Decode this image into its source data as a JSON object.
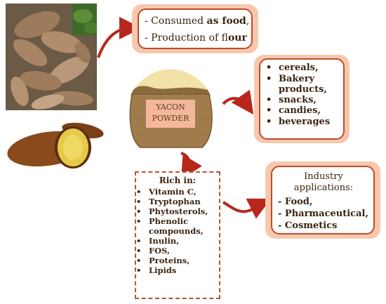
{
  "uses_box": {
    "line1_prefix": "- Consumed ",
    "line1_bold": "as food",
    "line1_suffix": ",",
    "line2_prefix": "- Production of fl",
    "line2_bold": "our"
  },
  "powder_label": {
    "line1": "YACON",
    "line2": "POWDER"
  },
  "products_box": {
    "items": [
      "cereals,",
      "Bakery products,",
      "snacks,",
      "candies,",
      "beverages"
    ]
  },
  "rich_box": {
    "title": "Rich in:",
    "items": [
      "Vitamin C,",
      "Tryptophan",
      "Phytosterols,",
      "Phenolic compounds,",
      "Inulin,",
      "FOS,",
      "Proteins,",
      "Lipids"
    ]
  },
  "industry_box": {
    "title_line1": "Industry",
    "title_line2": "applications:",
    "items": [
      "- Food,",
      "- Pharmaceutical,",
      "- Cosmetics"
    ]
  },
  "colors": {
    "arrow": "#b8271c",
    "box_border": "#c24a2a",
    "box_fill": "#f6c8ae",
    "text": "#3a2410"
  }
}
